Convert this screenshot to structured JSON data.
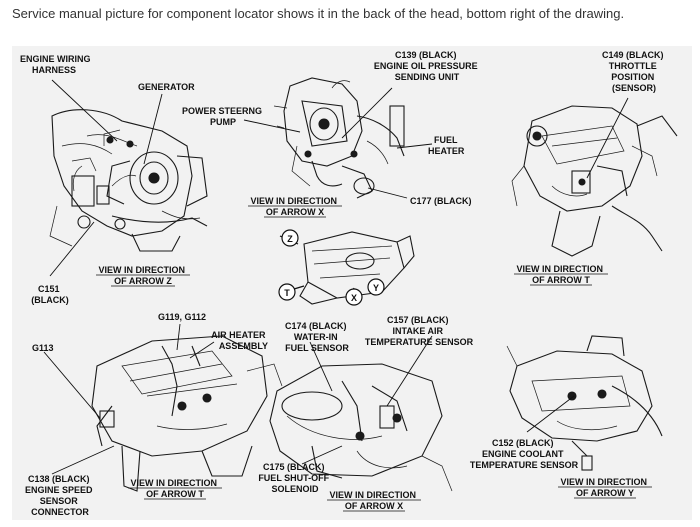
{
  "caption": "Service manual picture for component locator shows it in the back of the head, bottom right of the drawing.",
  "labels": {
    "engine_wiring_harness": [
      "ENGINE WIRING",
      "HARNESS"
    ],
    "generator": "GENERATOR",
    "power_steering_pump": [
      "POWER STEERNG",
      "PUMP"
    ],
    "c139": [
      "C139 (BLACK)",
      "ENGINE OIL PRESSURE",
      "SENDING UNIT"
    ],
    "fuel_heater": [
      "FUEL",
      "HEATER"
    ],
    "c149": [
      "C149 (BLACK)",
      "THROTTLE",
      "POSITION",
      "(SENSOR)"
    ],
    "c177": "C177 (BLACK)",
    "c151": [
      "C151",
      "(BLACK)"
    ],
    "g119_g112": "G119, G112",
    "g113": "G113",
    "air_heater_assembly": [
      "AIR HEATER",
      "ASSEMBLY"
    ],
    "c174": [
      "C174 (BLACK)",
      "WATER-IN",
      "FUEL SENSOR"
    ],
    "c157": [
      "C157 (BLACK)",
      "INTAKE AIR",
      "TEMPERATURE SENSOR"
    ],
    "c152": [
      "C152 (BLACK)",
      "ENGINE COOLANT",
      "TEMPERATURE SENSOR"
    ],
    "c138": [
      "C138 (BLACK)",
      "ENGINE SPEED",
      "SENSOR",
      "CONNECTOR"
    ],
    "c175": [
      "C175 (BLACK)",
      "FUEL SHUT-OFF",
      "SOLENOID"
    ]
  },
  "views": {
    "arrow_x_top": [
      "VIEW IN DIRECTION",
      "OF ARROW X"
    ],
    "arrow_z": [
      "VIEW IN DIRECTION",
      "OF ARROW Z"
    ],
    "arrow_t_top": [
      "VIEW IN DIRECTION",
      "OF ARROW T"
    ],
    "arrow_t_bottom": [
      "VIEW IN DIRECTION",
      "OF ARROW T"
    ],
    "arrow_x_bottom": [
      "VIEW IN DIRECTION",
      "OF ARROW X"
    ],
    "arrow_y": [
      "VIEW IN DIRECTION",
      "OF ARROW Y"
    ]
  },
  "arrows": {
    "z": "Z",
    "t": "T",
    "x": "X",
    "y": "Y"
  }
}
